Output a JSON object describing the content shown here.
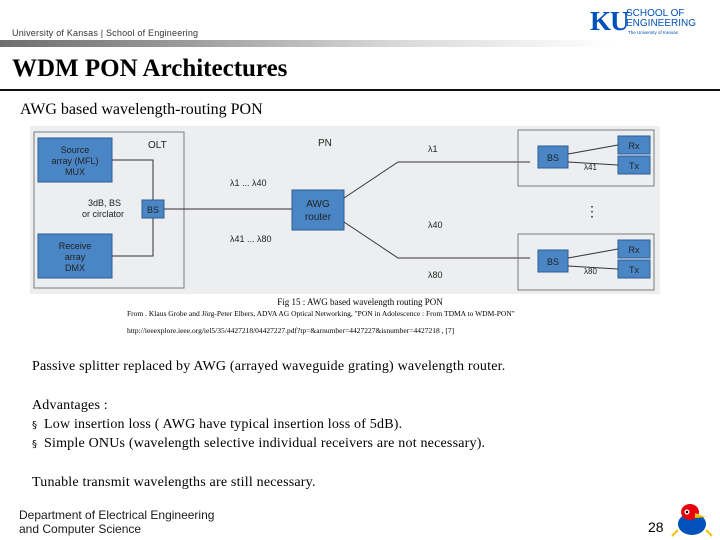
{
  "header": {
    "institution": "University of Kansas | School of Engineering",
    "logo": {
      "mark": "KU",
      "line1": "SCHOOL OF",
      "line2": "ENGINEERING",
      "tagline": "The University of Kansas"
    }
  },
  "slide": {
    "title": "WDM PON Architectures",
    "subtitle": "AWG based wavelength-routing PON"
  },
  "diagram": {
    "olt_label": "OLT",
    "pn_label": "PN",
    "source_box": [
      "Source",
      "array (MFL)",
      "MUX"
    ],
    "coupler_text": [
      "3dB, BS",
      "or circlator"
    ],
    "bs_label": "BS",
    "receive_box": [
      "Receive",
      "array",
      "DMX"
    ],
    "awg_box": [
      "AWG",
      "router"
    ],
    "lambda_1_40": "λ1 ... λ40",
    "lambda_41_80": "λ41 ... λ80",
    "lambda_1": "λ1",
    "lambda_40": "λ40",
    "lambda_41": "λ41",
    "lambda_80": "λ80",
    "onu_top": {
      "bs": "BS",
      "rx": "Rx",
      "tx": "Tx",
      "lambda": "λ41"
    },
    "onu_bottom": {
      "bs": "BS",
      "rx": "Rx",
      "tx": "Tx",
      "lambda": "λ80"
    },
    "dots": "⋮"
  },
  "caption": {
    "line1": "Fig 15 : AWG based wavelength routing PON",
    "line2": "From . Klaus Grobe and Jörg-Peter Elbers, ADVA AG Optical Networking, \"PON in Adolescence : From TDMA to WDM-PON\"",
    "line3": "http://ieeexplore.ieee.org/iel5/35/4427218/04427227.pdf?tp=&arnumber=4427227&isnumber=4427218 , [7]"
  },
  "content": {
    "para1": "Passive splitter replaced by AWG (arrayed waveguide grating) wavelength router.",
    "advantages_heading": "Advantages :",
    "bullets": [
      "Low insertion loss ( AWG have typical insertion loss of 5dB).",
      "Simple ONUs (wavelength selective individual receivers are not necessary)."
    ],
    "para2": "Tunable transmit wavelengths are still necessary.",
    "bullet_marker": "§"
  },
  "footer": {
    "dept_line1": "Department of Electrical Engineering",
    "dept_line2": "and Computer Science",
    "page_number": "28"
  },
  "colors": {
    "box_blue": "#4a86c5",
    "figure_bg": "#eceef0",
    "ku_blue": "#0051ba"
  }
}
